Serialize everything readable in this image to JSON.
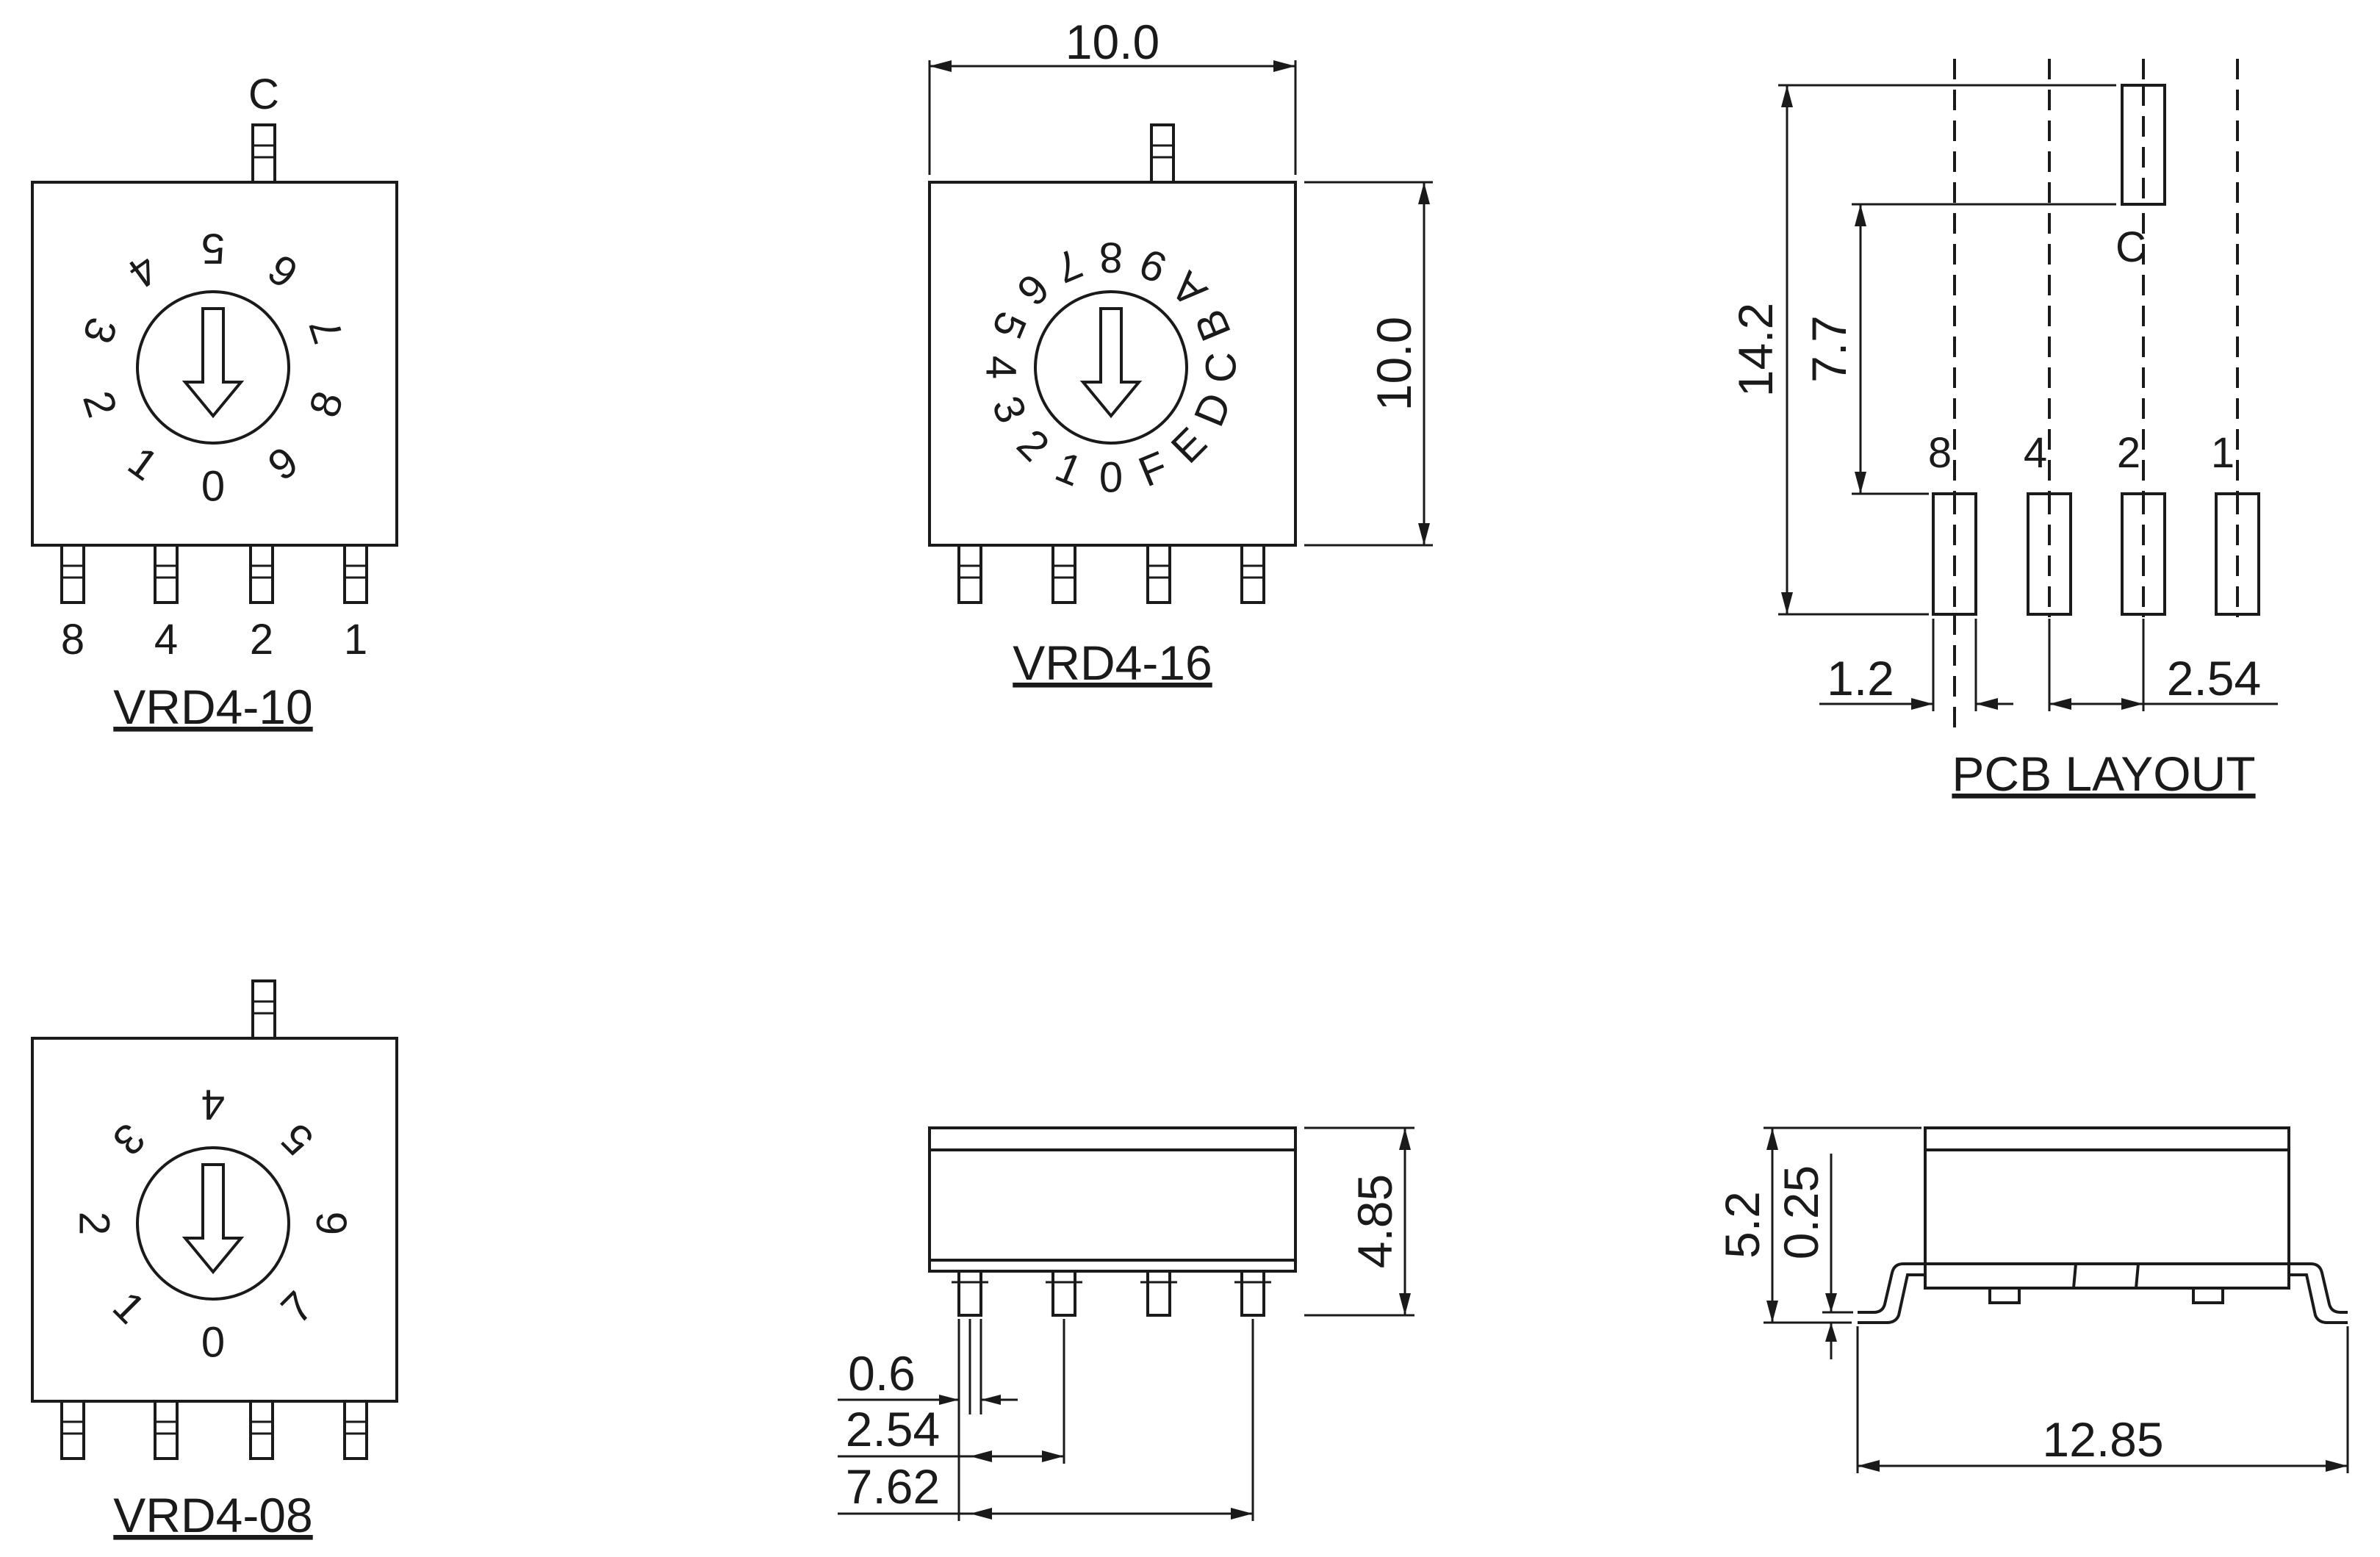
{
  "views": {
    "vrd4_10": {
      "title": "VRD4-10",
      "common_label": "C",
      "dial_labels": [
        "0",
        "1",
        "2",
        "3",
        "4",
        "5",
        "6",
        "7",
        "8",
        "9"
      ],
      "pin_labels": [
        "8",
        "4",
        "2",
        "1"
      ]
    },
    "vrd4_16": {
      "title": "VRD4-16",
      "dial_labels": [
        "0",
        "1",
        "2",
        "3",
        "4",
        "5",
        "6",
        "7",
        "8",
        "9",
        "A",
        "B",
        "C",
        "D",
        "E",
        "F"
      ],
      "dim_width": "10.0",
      "dim_height": "10.0"
    },
    "vrd4_08": {
      "title": "VRD4-08",
      "dial_labels": [
        "0",
        "1",
        "2",
        "3",
        "4",
        "5",
        "6",
        "7"
      ]
    },
    "pcb_layout": {
      "title": "PCB LAYOUT",
      "common_label": "C",
      "pin_labels": [
        "8",
        "4",
        "2",
        "1"
      ],
      "dim_total_height": "14.2",
      "dim_pad_offset": "7.7",
      "dim_pad_width": "1.2",
      "dim_pitch": "2.54"
    },
    "front_view": {
      "dim_height": "4.85",
      "dim_pin_width": "0.6",
      "dim_pitch": "2.54",
      "dim_span": "7.62"
    },
    "side_view": {
      "dim_height": "5.2",
      "dim_standoff": "0.25",
      "dim_length": "12.85"
    }
  }
}
